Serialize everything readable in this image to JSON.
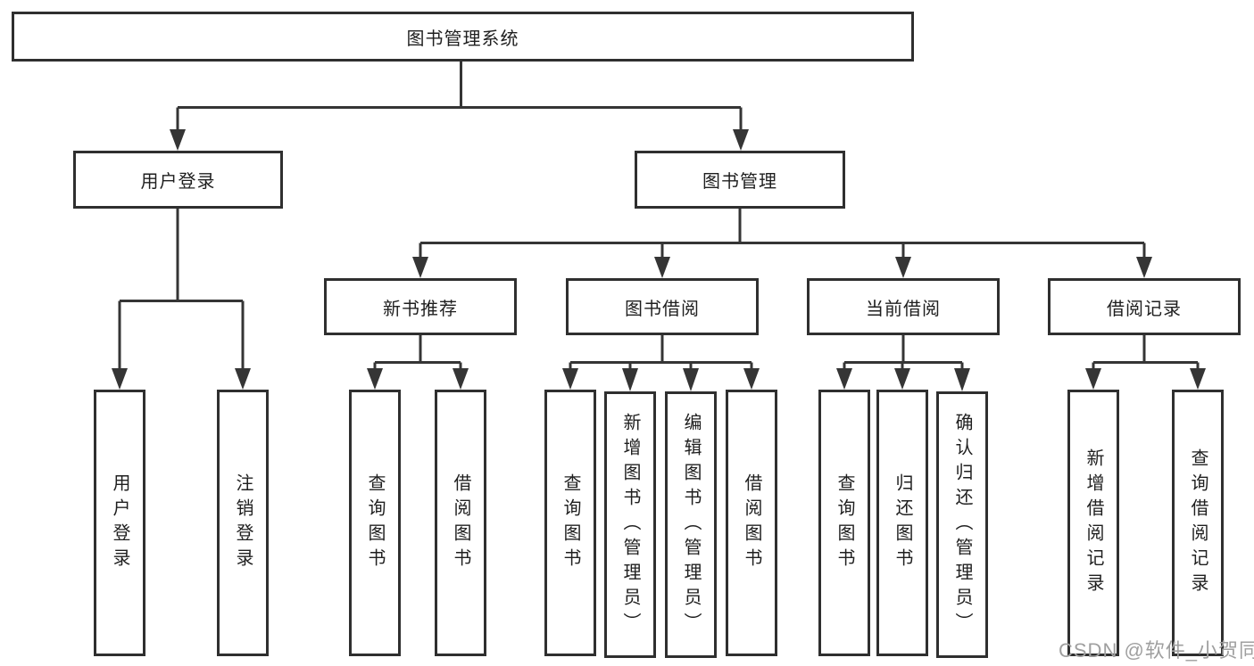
{
  "diagram_title": "图书管理系统",
  "nodes": {
    "root": "图书管理系统",
    "level2": [
      "用户登录",
      "图书管理"
    ],
    "level3": [
      "新书推荐",
      "图书借阅",
      "当前借阅",
      "借阅记录"
    ],
    "leaves": [
      "用户登录",
      "注销登录",
      "查询图书",
      "借阅图书",
      "查询图书",
      "新增图书（管理员）",
      "编辑图书（管理员）",
      "借阅图书",
      "查询图书",
      "归还图书",
      "确认归还（管理员）",
      "新增借阅记录",
      "查询借阅记录"
    ]
  },
  "hierarchy": [
    {
      "parent": "图书管理系统",
      "children": [
        "用户登录",
        "图书管理"
      ]
    },
    {
      "parent": "用户登录",
      "children": [
        "用户登录",
        "注销登录"
      ]
    },
    {
      "parent": "图书管理",
      "children": [
        "新书推荐",
        "图书借阅",
        "当前借阅",
        "借阅记录"
      ]
    },
    {
      "parent": "新书推荐",
      "children": [
        "查询图书",
        "借阅图书"
      ]
    },
    {
      "parent": "图书借阅",
      "children": [
        "查询图书",
        "新增图书（管理员）",
        "编辑图书（管理员）",
        "借阅图书"
      ]
    },
    {
      "parent": "当前借阅",
      "children": [
        "查询图书",
        "归还图书",
        "确认归还（管理员）"
      ]
    },
    {
      "parent": "借阅记录",
      "children": [
        "新增借阅记录",
        "查询借阅记录"
      ]
    }
  ],
  "watermark": {
    "text": "CSDN @软件_小贺同学",
    "color": "#9f9f9f"
  },
  "colors": {
    "background": "#ffffff",
    "line": "#353535",
    "box_border": "#2f2f2f",
    "box_fill": "#ffffff",
    "text": "#1f1f1f"
  }
}
